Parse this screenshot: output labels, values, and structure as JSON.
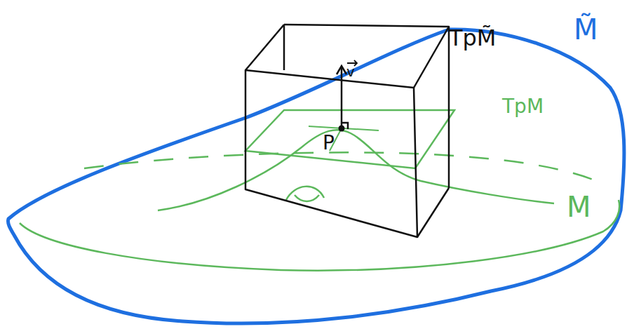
{
  "diagram": {
    "labels": [
      "TpM̃",
      "M̃",
      "TpM",
      "P",
      "v",
      "M"
    ]
  }
}
